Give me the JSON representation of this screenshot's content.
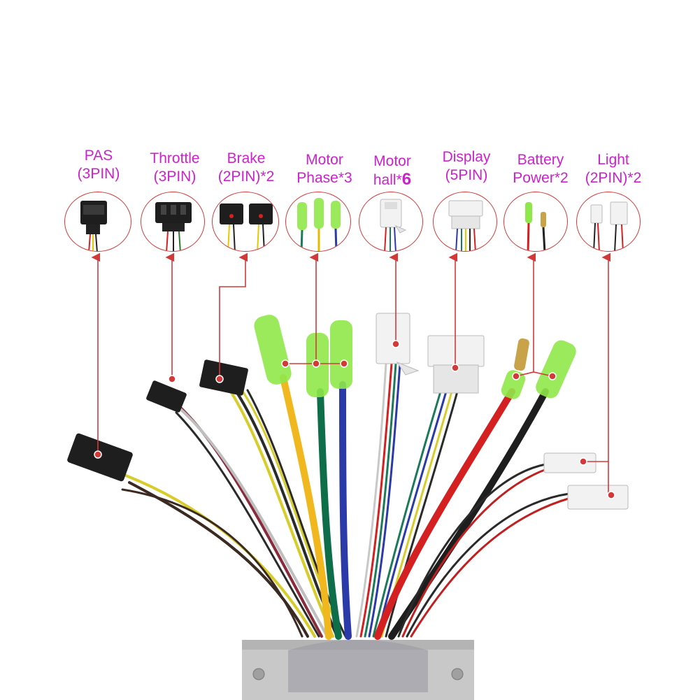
{
  "connectors": [
    {
      "id": "pas",
      "line1": "PAS",
      "line2": "(3PIN)",
      "suffix": ""
    },
    {
      "id": "throttle",
      "line1": "Throttle",
      "line2": "(3PIN)",
      "suffix": ""
    },
    {
      "id": "brake",
      "line1": "Brake",
      "line2": "(2PIN)*2",
      "suffix": ""
    },
    {
      "id": "motor-phase",
      "line1": "Motor",
      "line2": "Phase*3",
      "suffix": ""
    },
    {
      "id": "motor-hall",
      "line1": "Motor",
      "line2": "hall*",
      "suffix": "6"
    },
    {
      "id": "display",
      "line1": "Display",
      "line2": "(5PIN)",
      "suffix": ""
    },
    {
      "id": "battery-power",
      "line1": "Battery",
      "line2": "Power*2",
      "suffix": ""
    },
    {
      "id": "light",
      "line1": "Light",
      "line2": "(2PIN)*2",
      "suffix": ""
    }
  ],
  "colors": {
    "label": "#cc22cc",
    "pointer": "#d23a3a",
    "green_sleeve": "#8fe84a",
    "connector_black": "#1e1e1e",
    "connector_white": "#f2f2f2",
    "housing": "#c8c8c8"
  }
}
